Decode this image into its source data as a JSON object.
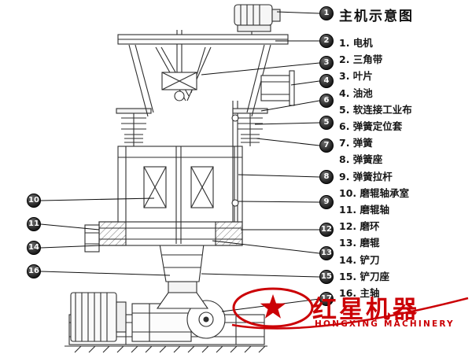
{
  "title": "主机示意图",
  "legend": {
    "items": [
      "1. 电机",
      "2. 三角带",
      "3. 叶片",
      "4. 油池",
      "5. 软连接工业布",
      "6. 弹簧定位套",
      "7. 弹簧",
      "8. 弹簧座",
      "9. 弹簧拉杆",
      "10. 磨辊轴承室",
      "11. 磨辊轴",
      "12. 磨环",
      "13. 磨辊",
      "14. 铲刀",
      "15. 铲刀座",
      "16. 主轴"
    ]
  },
  "callouts": [
    "1",
    "2",
    "3",
    "4",
    "6",
    "5",
    "7",
    "8",
    "9",
    "12",
    "13",
    "15",
    "17",
    "10",
    "11",
    "14",
    "16"
  ],
  "watermark": {
    "brand": "红星机器",
    "brand_en": "HONGXING MACHINERY"
  },
  "colors": {
    "accent_red": "#cb0005",
    "line": "#2e2e2e",
    "callout_bg": "#1b1b1b"
  }
}
